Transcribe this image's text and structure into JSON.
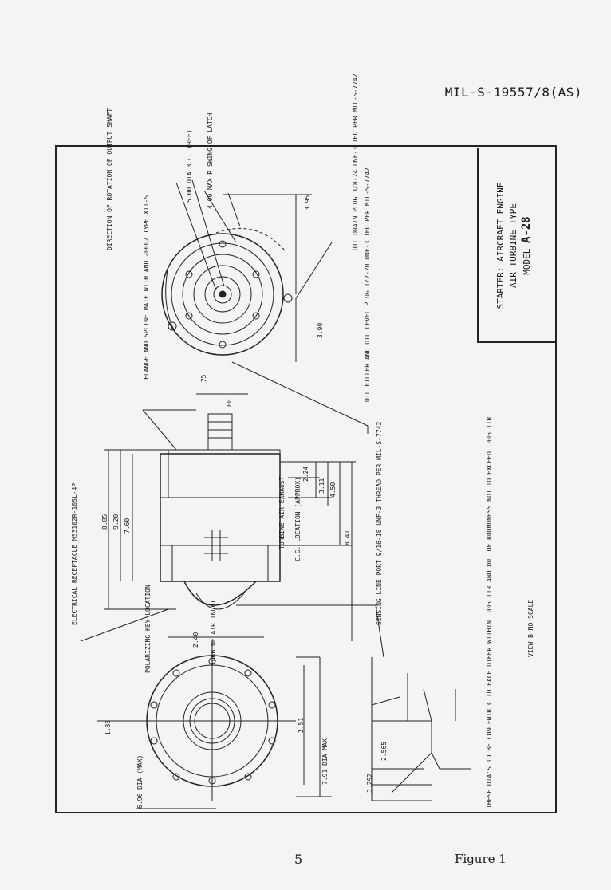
{
  "header": {
    "spec_number": "MIL-S-19557/8(AS)"
  },
  "title_block": {
    "line1": "STARTER: AIRCRAFT ENGINE",
    "line2": "AIR TURBINE TYPE",
    "line3": "MODEL",
    "model": "A-28"
  },
  "labels": {
    "rotation": "DIRECTION OF ROTATION OF OUTPUT SHAFT",
    "dia500": "5.00 DIA B.C. (REF)",
    "latch": "4.00 MAX R SWING OF LATCH",
    "oil_drain": "OIL DRAIN PLUG 3/8-24 UNF-3 THD PER MIL-S-7742",
    "oil_filler": "OIL FILLER AND OIL LEVEL PLUG 1/2-20 UNF-3 THD PER MIL-S-7742",
    "flange": "FLANGE AND SPLINE MATE WITH AND 20002 TYPE XII-S",
    "receptacle": "ELECTRICAL RECEPTACLE MS3102R-10SL-4P",
    "turbine_exhaust": "TURBINE AIR EXHAUST",
    "cg_location": "C.G. LOCATION (APPROX)",
    "sensing": "SENSING LINE PORT 9/16-18 UNF-3 THREAD PER MIL-S-7742",
    "polarizing": "POLARIZING KEY LOCATION",
    "turbine_inlet": "TURBINE AIR INLET",
    "concentric": "THESE DIA'S TO BE CONCENTRIC TO EACH OTHER WITHIN .005 TIR AND OUT OF ROUNDNESS NOT TO EXCEED .005 TIR",
    "view": "VIEW B NO SCALE",
    "dia_max_691": "6.96 DIA (MAX)",
    "dia_max_791": "7.91 DIA MAX"
  },
  "dimensions": {
    "d395": "3.95",
    "d390": "3.90",
    "d080": "80",
    "d075": ".75",
    "d224": "2.24",
    "d311": "3.11",
    "d450": "4.50",
    "d841": "8.41",
    "d885": "8.85",
    "d920": "9.20",
    "d760": "7.60",
    "d240": "2.40",
    "d135": "1.35",
    "d251": "2.51",
    "d2565": "2.565",
    "d3292": "3.292"
  },
  "footer": {
    "page_number": "5",
    "figure_label": "Figure 1"
  }
}
